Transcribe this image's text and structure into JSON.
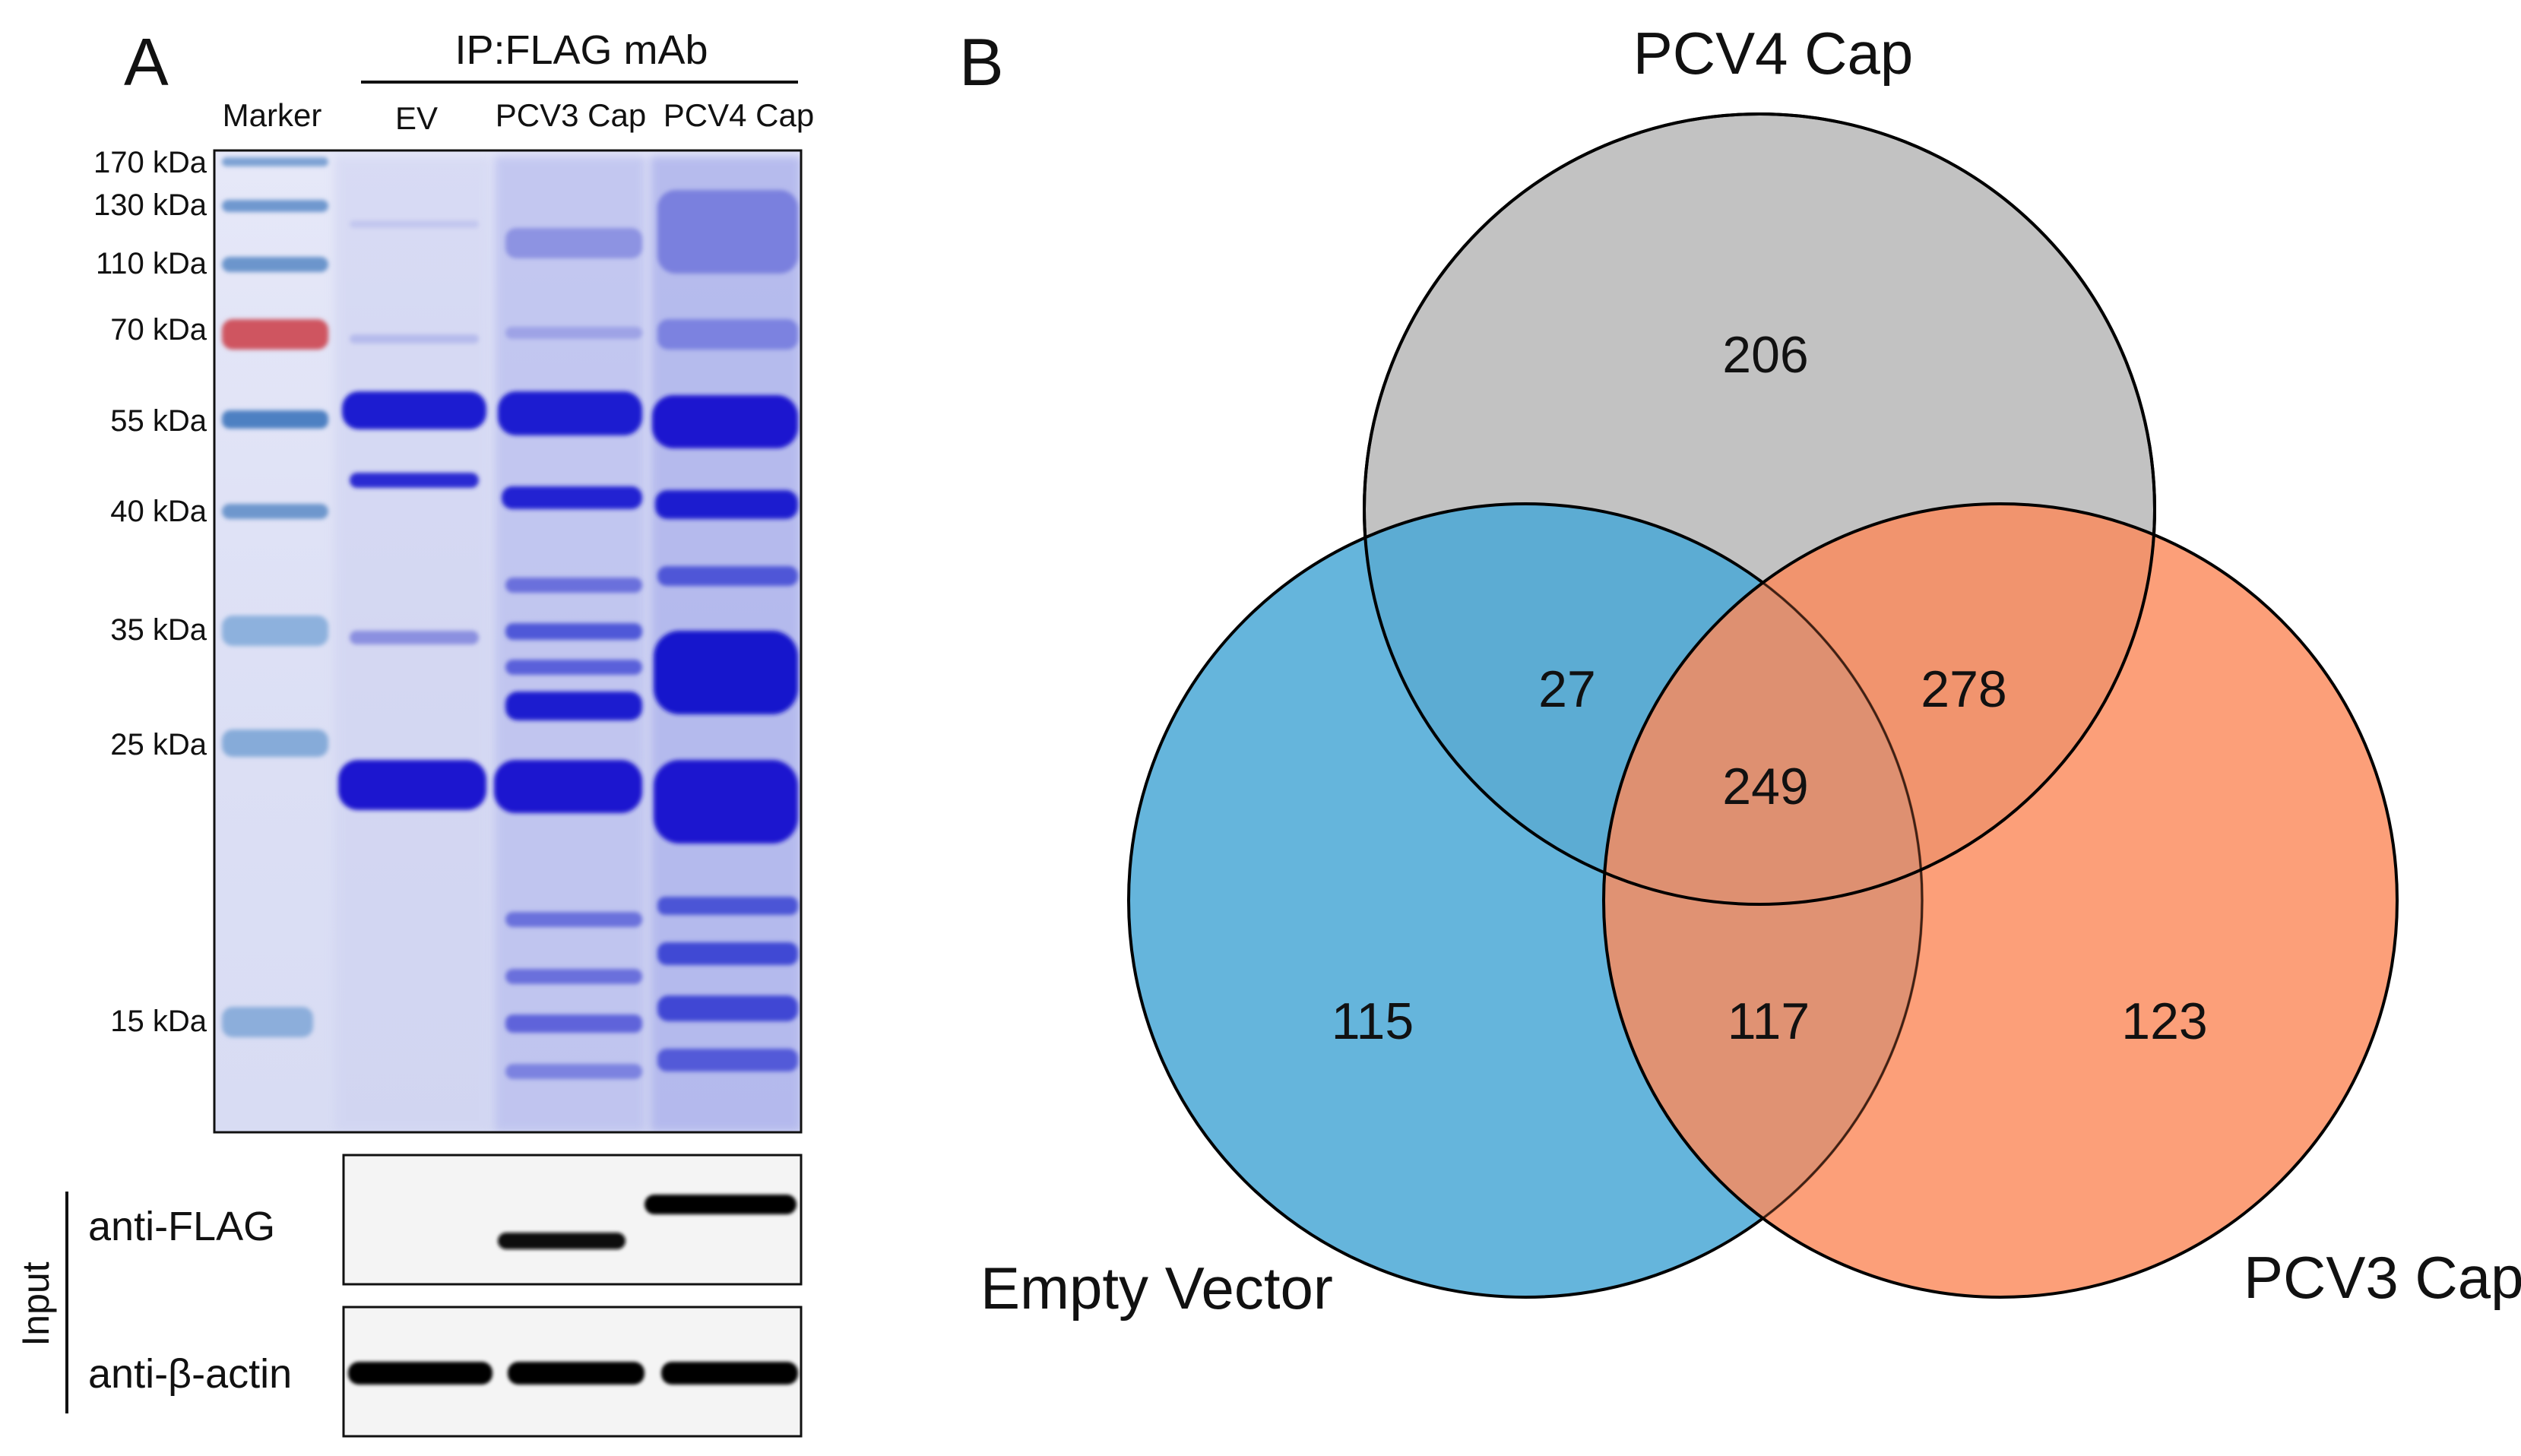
{
  "panel_a": {
    "letter": "A",
    "ip_label": "IP:FLAG mAb",
    "lane_labels": [
      "Marker",
      "EV",
      "PCV3 Cap",
      "PCV4 Cap"
    ],
    "marker_sizes": [
      "170 kDa",
      "130 kDa",
      "110 kDa",
      "70 kDa",
      "55 kDa",
      "40 kDa",
      "35 kDa",
      "25 kDa",
      "15 kDa"
    ],
    "input_label": "Input",
    "blot_labels": [
      "anti-FLAG",
      "anti-β-actin"
    ],
    "colors": {
      "gel_background": "#dfe2f6",
      "band": "#1a1ad0",
      "marker_red": "#c9505a",
      "marker_blue": "#5a8fc8"
    }
  },
  "panel_b": {
    "letter": "B",
    "sets": [
      "PCV4 Cap",
      "Empty Vector",
      "PCV3 Cap"
    ],
    "colors": {
      "PCV4 Cap": "#bbbbbb",
      "Empty Vector": "#4aa8d6",
      "PCV3 Cap": "#fb8a5c"
    },
    "regions": {
      "pcv4_only": "206",
      "ev_pcv4": "27",
      "pcv4_pcv3": "278",
      "all_three": "249",
      "ev_only": "115",
      "ev_pcv3": "117",
      "pcv3_only": "123"
    }
  }
}
